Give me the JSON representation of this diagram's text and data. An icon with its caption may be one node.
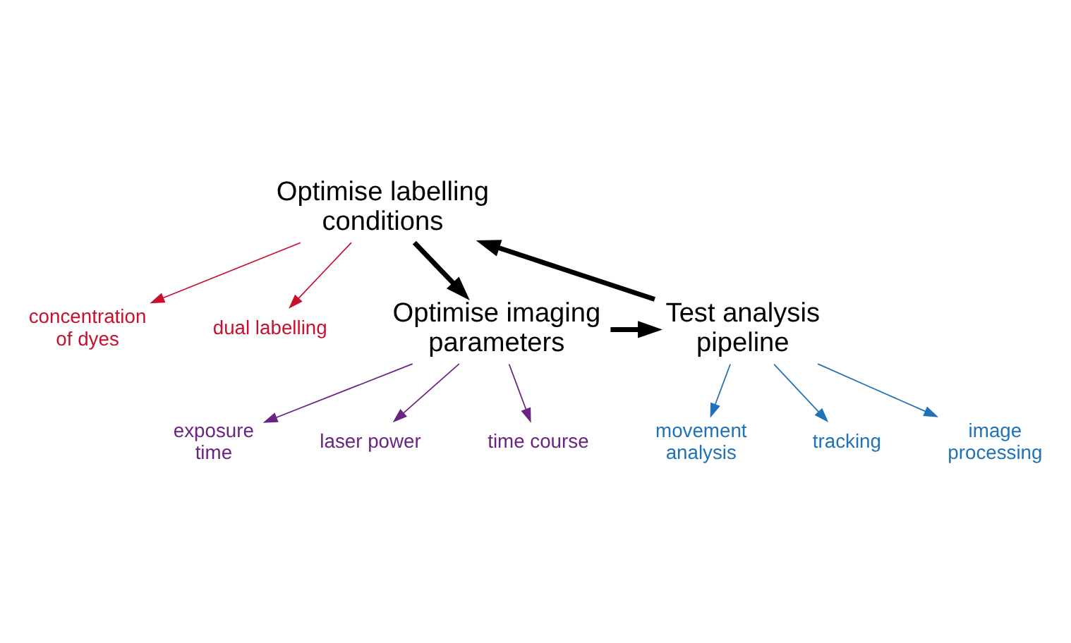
{
  "diagram": {
    "nodes": [
      {
        "text": [
          "Optimise labelling conditions"
        ]
      },
      {
        "text": [
          "concentration of dyes"
        ]
      },
      {
        "text": [
          "dual labelling"
        ]
      },
      {
        "text": [
          "Optimise imaging parameters"
        ]
      },
      {
        "text": [
          "exposure time"
        ]
      },
      {
        "text": [
          "laser power"
        ]
      },
      {
        "text": [
          "time course"
        ]
      },
      {
        "text": [
          "Test analysis pipeline"
        ]
      },
      {
        "text": [
          "movement analysis"
        ]
      },
      {
        "text": [
          "tracking"
        ]
      },
      {
        "text": [
          "image processing"
        ]
      }
    ],
    "edges": [
      {
        "from": 0,
        "to": 3,
        "arrow": "to",
        "style": "thick",
        "color": "#000000"
      },
      {
        "from": 3,
        "to": 7,
        "arrow": "to",
        "style": "thick",
        "color": "#000000"
      },
      {
        "from": 7,
        "to": 0,
        "arrow": "to",
        "style": "thick",
        "color": "#000000"
      },
      {
        "from": 0,
        "to": 1,
        "arrow": "to",
        "color": "#c8102e"
      },
      {
        "from": 0,
        "to": 2,
        "arrow": "to",
        "color": "#c8102e"
      },
      {
        "from": 3,
        "to": 4,
        "arrow": "to",
        "color": "#6b2383"
      },
      {
        "from": 3,
        "to": 5,
        "arrow": "to",
        "color": "#6b2383"
      },
      {
        "from": 3,
        "to": 6,
        "arrow": "to",
        "color": "#6b2383"
      },
      {
        "from": 7,
        "to": 8,
        "arrow": "to",
        "color": "#1f72b8"
      },
      {
        "from": 7,
        "to": 9,
        "arrow": "to",
        "color": "#1f72b8"
      },
      {
        "from": 7,
        "to": 10,
        "arrow": "to",
        "color": "#1f72b8"
      }
    ]
  }
}
